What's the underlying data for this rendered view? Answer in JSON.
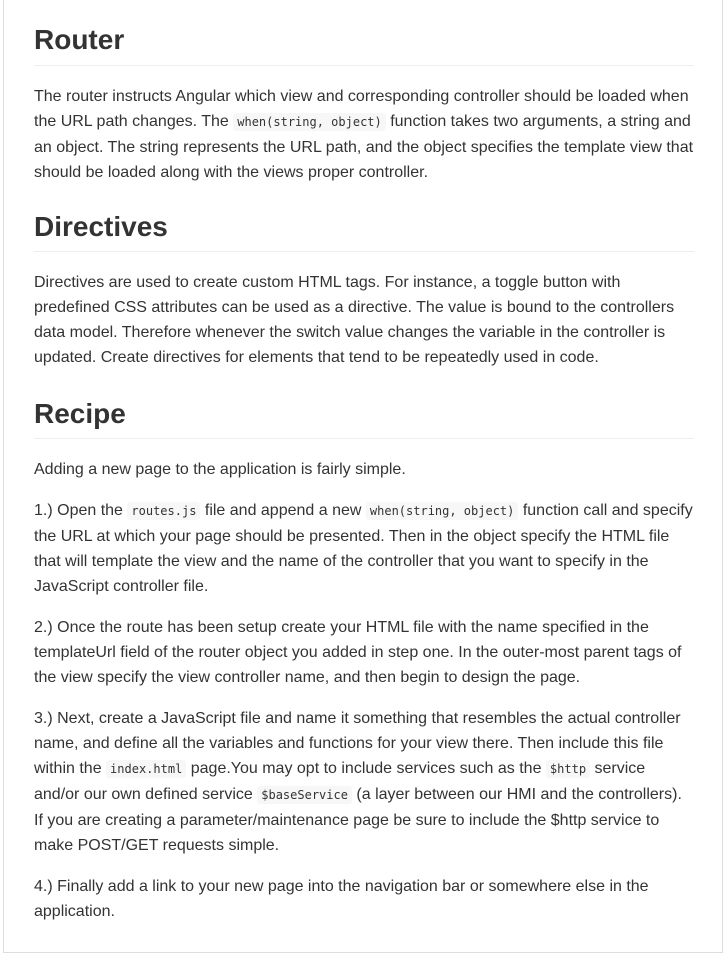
{
  "router": {
    "heading": "Router",
    "p_a": "The router instructs Angular which view and corresponding controller should be loaded when the URL path changes. The ",
    "code1": "when(string, object)",
    "p_b": " function takes two arguments, a string and an object. The string represents the URL path, and the object specifies the template view that should be loaded along with the views proper controller."
  },
  "directives": {
    "heading": "Directives",
    "text": "Directives are used to create custom HTML tags. For instance, a toggle button with predefined CSS attributes can be used as a directive. The value is bound to the controllers data model. Therefore whenever the switch value changes the variable in the controller is updated. Create directives for elements that tend to be repeatedly used in code."
  },
  "recipe": {
    "heading": "Recipe",
    "intro": "Adding a new page to the application is fairly simple.",
    "step1_a": "1.) Open the ",
    "step1_code1": "routes.js",
    "step1_b": " file and append a new ",
    "step1_code2": "when(string, object)",
    "step1_c": " function call and specify the URL at which your page should be presented. Then in the object specify the HTML file that will template the view and the name of the controller that you want to specify in the JavaScript controller file.",
    "step2": "2.) Once the route has been setup create your HTML file with the name specified in the templateUrl field of the router object you added in step one. In the outer-most parent tags of the view specify the view controller name, and then begin to design the page.",
    "step3_a": "3.) Next, create a JavaScript file and name it something that resembles the actual controller name, and define all the variables and functions for your view there. Then include this file within the ",
    "step3_code1": "index.html",
    "step3_b": " page.You may opt to include services such as the ",
    "step3_code2": "$http",
    "step3_c": " service and/or our own defined service ",
    "step3_code3": "$baseService",
    "step3_d": " (a layer between our HMI and the controllers). If you are creating a parameter/maintenance page be sure to include the $http service to make POST/GET requests simple.",
    "step4": "4.) Finally add a link to your new page into the navigation bar or somewhere else in the application."
  }
}
